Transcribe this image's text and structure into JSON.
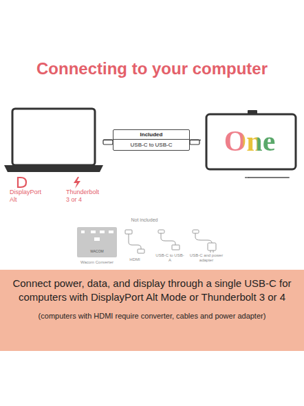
{
  "diagram": {
    "title": "Connecting to your computer",
    "nodes": [
      {
        "text": [
          "DisplayPort Alt",
          "Thunderbolt 3 or 4"
        ]
      },
      {
        "text": [
          "Included",
          "USB-C to USB-C"
        ]
      },
      {
        "text": [
          "One"
        ]
      },
      {
        "text": [
          "Connect power, data, and display through a single USB-C for computers with DisplayPort Alt Mode or Thunderbolt 3 or 4",
          "(computers with HDMI require converter, cables and power adapter)"
        ]
      }
    ],
    "edges": [
      {
        "from": 0,
        "to": 1,
        "arrow": "none"
      },
      {
        "from": 1,
        "to": 2,
        "arrow": "none"
      }
    ],
    "labels": [
      "Not included",
      "WACOM",
      "Wacom Converter",
      "HDMI",
      "USB-C to USB-A",
      "USB-C and power adapter"
    ]
  }
}
